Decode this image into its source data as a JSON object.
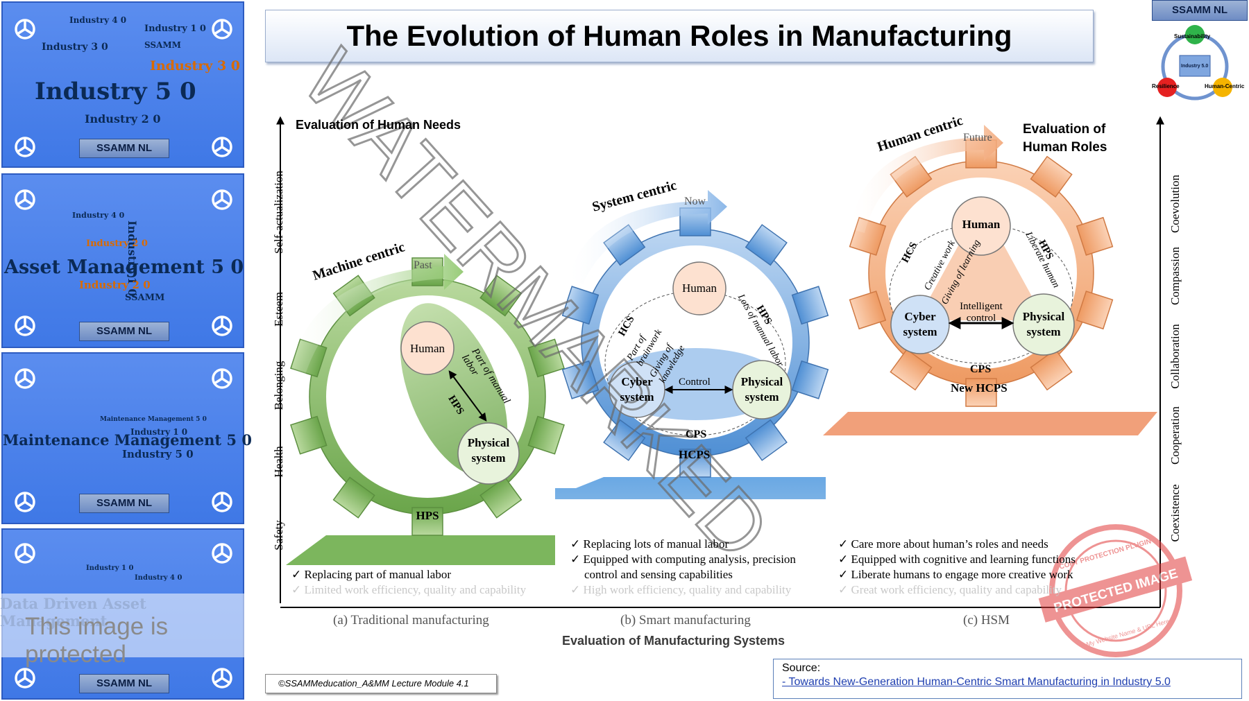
{
  "title": "The Evolution of Human Roles in Manufacturing",
  "corner_badge": "SSAMM NL",
  "sidebar": {
    "panel1": {
      "main_word": "Industry 5 0",
      "words": [
        "Industry 4 0",
        "Industry 1 0",
        "Industry 3 0",
        "Industry 2 0",
        "SSAMM"
      ],
      "badge": "SSAMM NL"
    },
    "panel2": {
      "main_word": "Asset Management 5 0",
      "words": [
        "Industry 1 0",
        "Industry 2 0",
        "Industry 4 0",
        "SSAMM"
      ],
      "badge": "SSAMM NL"
    },
    "panel3": {
      "main_word": "Maintenance Management 5 0",
      "words": [
        "Industry 5 0",
        "Industry 1 0",
        "Maintenance Management 5 0"
      ],
      "badge": "SSAMM NL"
    },
    "panel4": {
      "main_word": "Data Driven Asset Management",
      "words": [
        "Industry 1 0",
        "Industry 4 0"
      ],
      "badge": "SSAMM NL"
    }
  },
  "protected_text": "This image is protected",
  "diagram": {
    "left_axis_title": "Evaluation of Human Needs",
    "left_axis_levels": [
      "Safety",
      "Health",
      "Belonging",
      "Esteem",
      "Self-actualization"
    ],
    "right_axis_title": "Evaluation of Human Roles",
    "right_axis_levels": [
      "Coexistence",
      "Cooperation",
      "Collaboration",
      "Compassion",
      "Coevolution"
    ],
    "x_axis_title": "Evaluation of Manufacturing Systems",
    "stages": [
      {
        "arrow_label": "Machine centric",
        "time_label": "Past",
        "nodes": [
          "Human",
          "Physical system"
        ],
        "link_label": "Part of manual labor",
        "link_code": "HPS",
        "gear_label": "HPS",
        "bullets": [
          "Replacing part of manual labor",
          "Limited work efficiency, quality and capability"
        ],
        "caption": "(a) Traditional manufacturing",
        "color": "#7cb15a"
      },
      {
        "arrow_label": "System centric",
        "time_label": "Now",
        "nodes": [
          "Human",
          "Cyber system",
          "Physical system"
        ],
        "left_link": [
          "HCS",
          "Part of brainwork",
          "Giving of knowledge"
        ],
        "right_link": [
          "HPS",
          "Lots of manual labor"
        ],
        "bottom_link": "Control",
        "inner_label": "CPS",
        "gear_label": "HCPS",
        "bullets": [
          "Replacing lots of manual labor",
          "Equipped with computing analysis, precision control and sensing capabilities",
          "High work efficiency, quality and capability"
        ],
        "caption": "(b) Smart manufacturing",
        "color": "#5a9ad6"
      },
      {
        "arrow_label": "Human centric",
        "time_label": "Future",
        "nodes": [
          "Human",
          "Cyber system",
          "Physical system"
        ],
        "left_link": [
          "HCS",
          "Creative work",
          "Giving of learning"
        ],
        "right_link": [
          "HPS",
          "Liberate human"
        ],
        "bottom_link": "Intelligent control",
        "inner_label": "CPS",
        "gear_label": "New HCPS",
        "bullets": [
          "Care more about human’s roles and needs",
          "Equipped with cognitive and learning functions",
          "Liberate humans to engage more creative work",
          "Great work efficiency, quality and capability"
        ],
        "caption": "(c) HSM",
        "color": "#f0a36f"
      }
    ]
  },
  "logo": {
    "top": "Sustainability",
    "left": "Resilience",
    "right": "Human-Centric",
    "center": "Industry 5.0"
  },
  "watermark": "WATERMARKED",
  "stamp": [
    "PROTECTED IMAGE",
    "COPY PROTECTION PLUGIN",
    "My Website Name & URL Here"
  ],
  "copyright": "©SSAMMeducation_A&MM Lecture Module 4.1",
  "source": {
    "label": "Source:",
    "link": "- Towards New-Generation Human-Centric Smart Manufacturing in Industry 5.0"
  }
}
